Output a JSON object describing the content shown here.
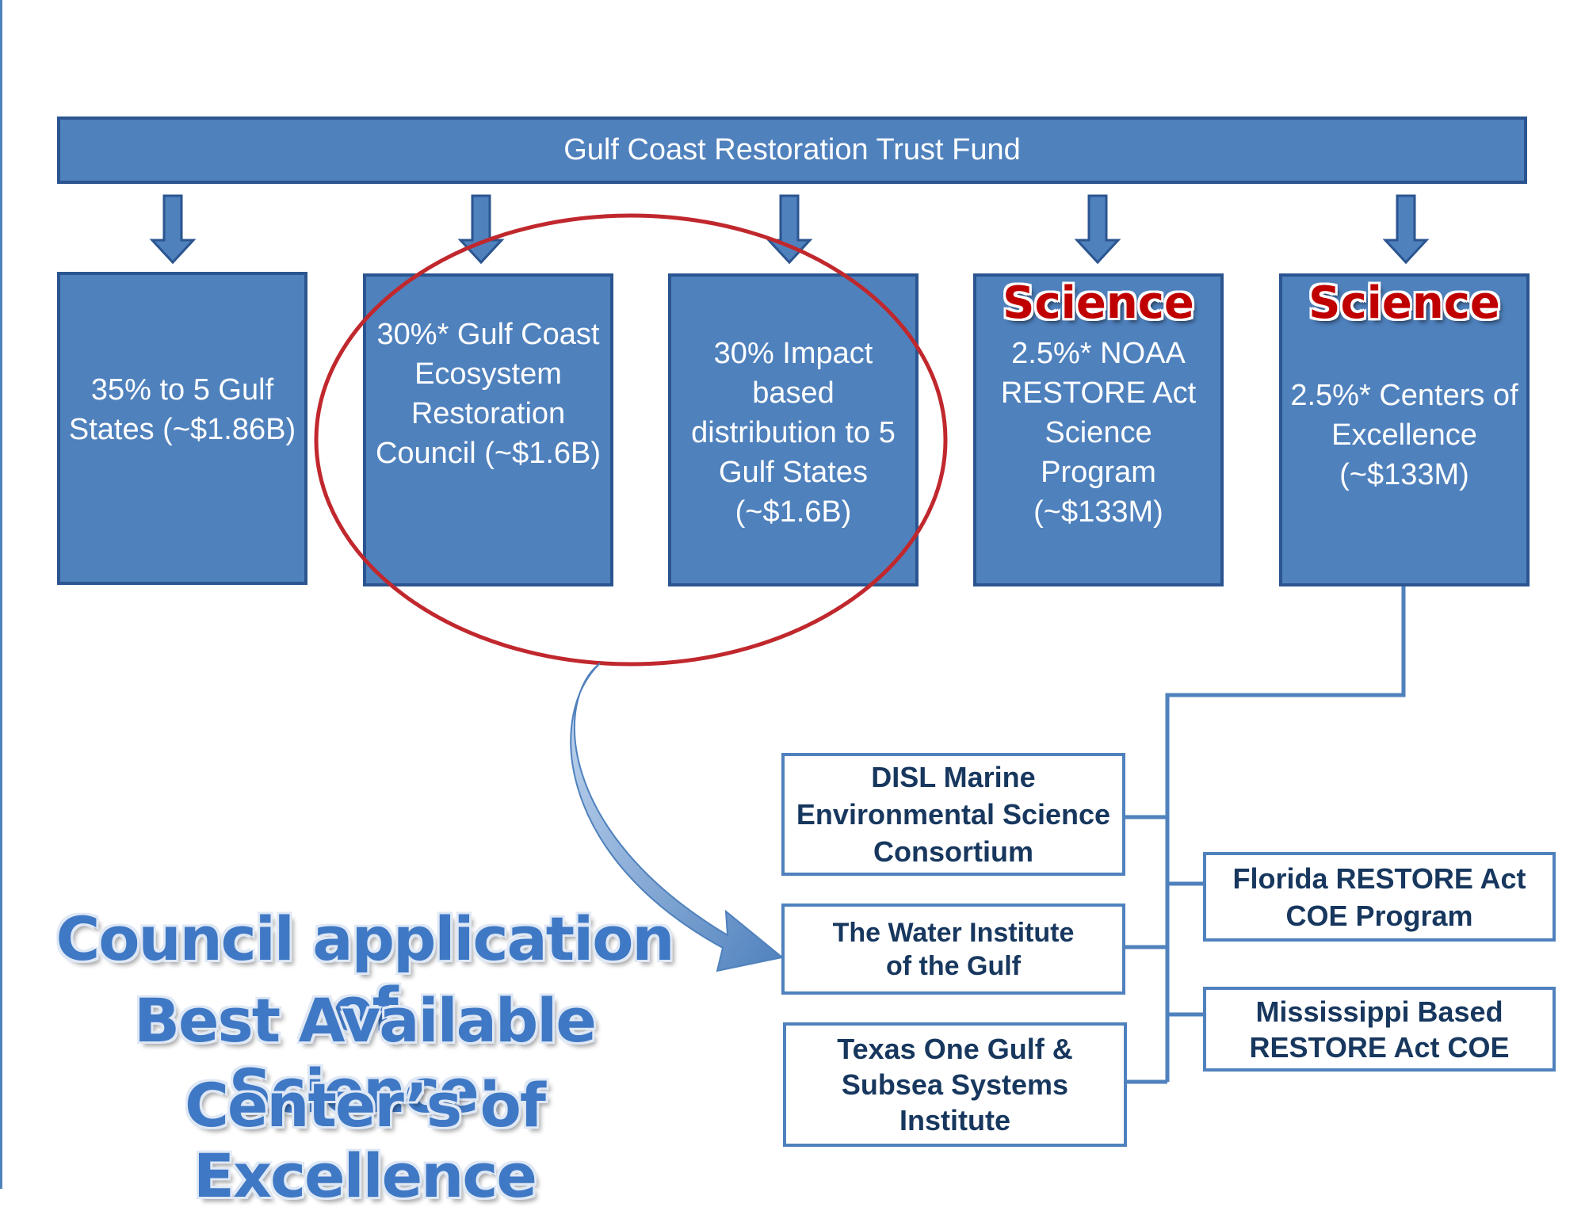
{
  "banner": {
    "label": "Gulf Coast Restoration Trust Fund"
  },
  "boxes": [
    {
      "text": "35% to 5 Gulf States (~$1.86B)"
    },
    {
      "text": "30%* Gulf Coast Ecosystem Restoration Council (~$1.6B)"
    },
    {
      "text": "30% Impact based distribution to 5 Gulf States (~$1.6B)"
    },
    {
      "badge": "Science",
      "text": "2.5%* NOAA RESTORE Act Science Program (~$133M)"
    },
    {
      "badge": "Science",
      "text": "2.5%* Centers of Excellence (~$133M)"
    }
  ],
  "centers": [
    {
      "text": "DISL Marine Environmental Science Consortium"
    },
    {
      "text": "The Water Institute of the Gulf"
    },
    {
      "text": "Texas One Gulf & Subsea Systems Institute"
    },
    {
      "text": "Florida RESTORE Act COE Program"
    },
    {
      "text": "Mississippi Based RESTORE Act COE"
    }
  ],
  "title": {
    "line1": "Council application of",
    "line2": "Best Available Science:",
    "line3": "Center’s of Excellence"
  },
  "colors": {
    "box_fill": "#4f81bd",
    "box_border": "#2b5590",
    "highlight_ellipse": "#c0282d",
    "science_badge": "#c00000",
    "coe_text": "#17375e"
  }
}
